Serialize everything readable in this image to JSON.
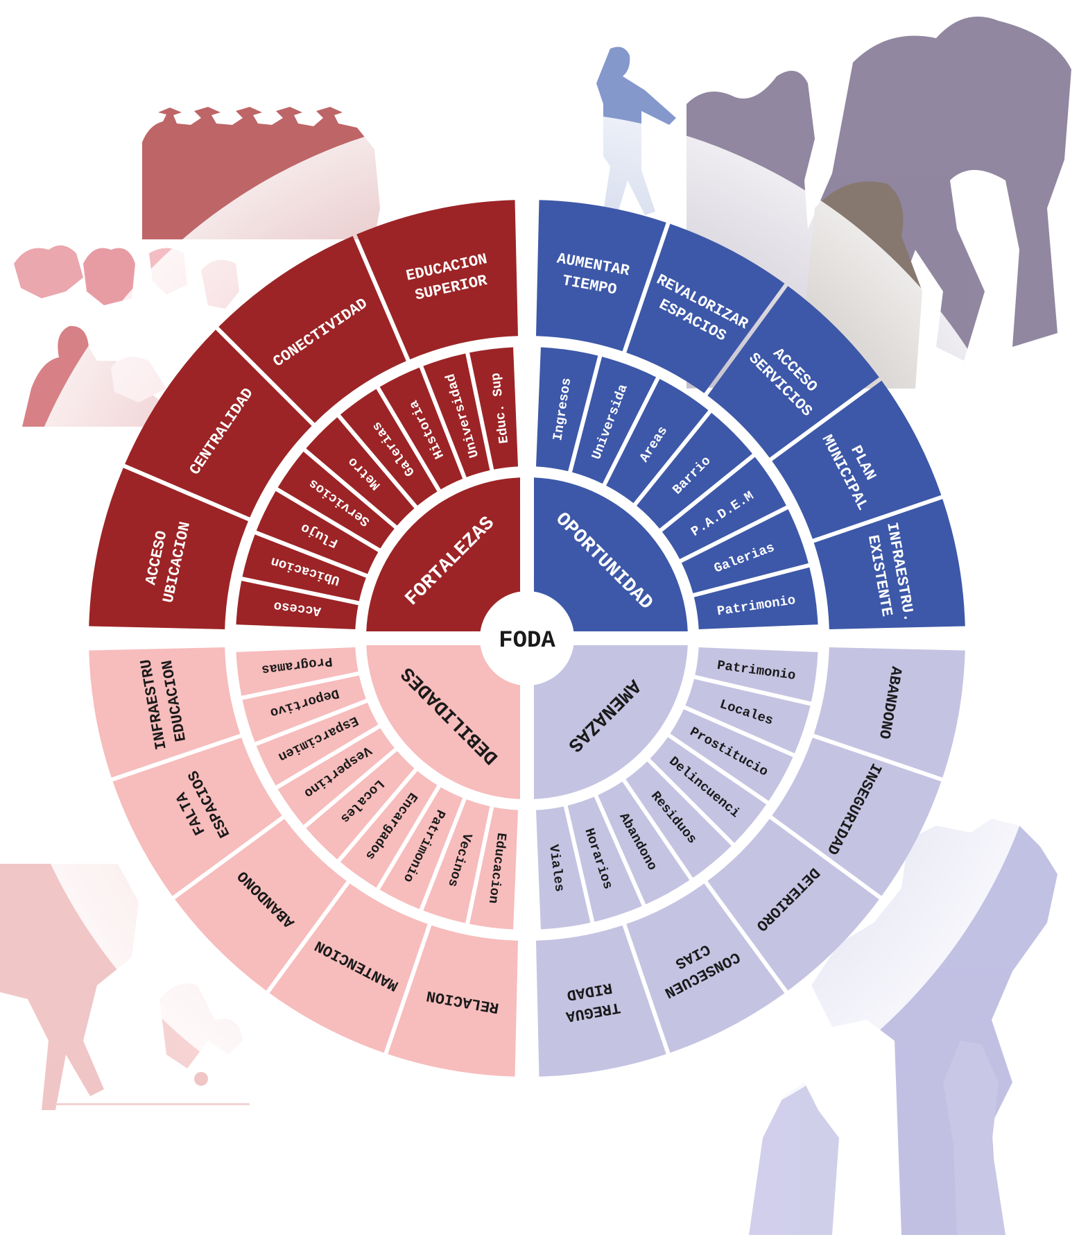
{
  "title": "FODA",
  "colors": {
    "fortalezas": "#9c2426",
    "oportunidades": "#3d58a8",
    "debilidades": "#f7bcbc",
    "amenazas": "#c5c3e2",
    "text_dark": "#1a1a1a",
    "text_light": "#ffffff"
  },
  "quadrants": [
    {
      "id": "fortalezas",
      "core": "FORTALEZAS",
      "middle": [
        "Acceso",
        "Ubicacion",
        "Flujo",
        "Servicios",
        "Metro",
        "Galerias",
        "Historia",
        "Universidad",
        "Educ. Sup"
      ],
      "outer": [
        {
          "lines": [
            "ACCESO",
            "UBICACION"
          ]
        },
        {
          "lines": [
            "CENTRALIDAD"
          ]
        },
        {
          "lines": [
            "CONECTIVIDAD"
          ]
        },
        {
          "lines": [
            "EDUCACION",
            "SUPERIOR"
          ]
        }
      ]
    },
    {
      "id": "oportunidades",
      "core": "OPORTUNIDAD",
      "middle": [
        "Ingresos",
        "Universida",
        "Areas",
        "Barrio",
        "P.A.D.E.M",
        "Galerias",
        "Patrimonio"
      ],
      "outer": [
        {
          "lines": [
            "AUMENTAR",
            "TIEMPO"
          ]
        },
        {
          "lines": [
            "REVALORIZAR",
            "ESPACIOS"
          ]
        },
        {
          "lines": [
            "ACCESO",
            "SERVICIOS"
          ]
        },
        {
          "lines": [
            "PLAN",
            "MUNICIPAL"
          ]
        },
        {
          "lines": [
            "INFRAESTRU.",
            "EXISTENTE"
          ]
        }
      ]
    },
    {
      "id": "amenazas",
      "core": "AMENAZAS",
      "middle": [
        "Patrimonio",
        "Locales",
        "Prostitucio",
        "Delincuenci",
        "Residuos",
        "Abandono",
        "Horarios",
        "Viales"
      ],
      "outer": [
        {
          "lines": [
            "ABANDONO"
          ]
        },
        {
          "lines": [
            "INSEGURIDAD"
          ]
        },
        {
          "lines": [
            "DETERIORO"
          ]
        },
        {
          "lines": [
            "CONSECUEN",
            "CIAS"
          ]
        },
        {
          "lines": [
            "TREGUA",
            "RIDAD"
          ]
        }
      ]
    },
    {
      "id": "debilidades",
      "core": "DEBILIDADES",
      "middle": [
        "Educacion",
        "Vecinos",
        "Patrimonio",
        "Encargados",
        "Locales",
        "Vespertino",
        "Esparcimien",
        "Deportivo",
        "Programas"
      ],
      "outer": [
        {
          "lines": [
            "RELACION"
          ]
        },
        {
          "lines": [
            "MANTENCION"
          ]
        },
        {
          "lines": [
            "ABANDONO"
          ]
        },
        {
          "lines": [
            "FALTA",
            "ESPACIOS"
          ]
        },
        {
          "lines": [
            "INFRAESTRU",
            "EDUCACION"
          ]
        }
      ]
    }
  ],
  "silhouettes": [
    {
      "name": "graduates-silhouette",
      "color": "#b8585a"
    },
    {
      "name": "seated-people-silhouette",
      "color": "#d46a72"
    },
    {
      "name": "walking-person-silhouette",
      "color": "#6f86c3"
    },
    {
      "name": "sculpture-silhouette",
      "color": "#857a96"
    },
    {
      "name": "cyclists-silhouette",
      "color": "#e9a7a7"
    },
    {
      "name": "crowd-silhouette",
      "color": "#a7a6d8"
    }
  ]
}
